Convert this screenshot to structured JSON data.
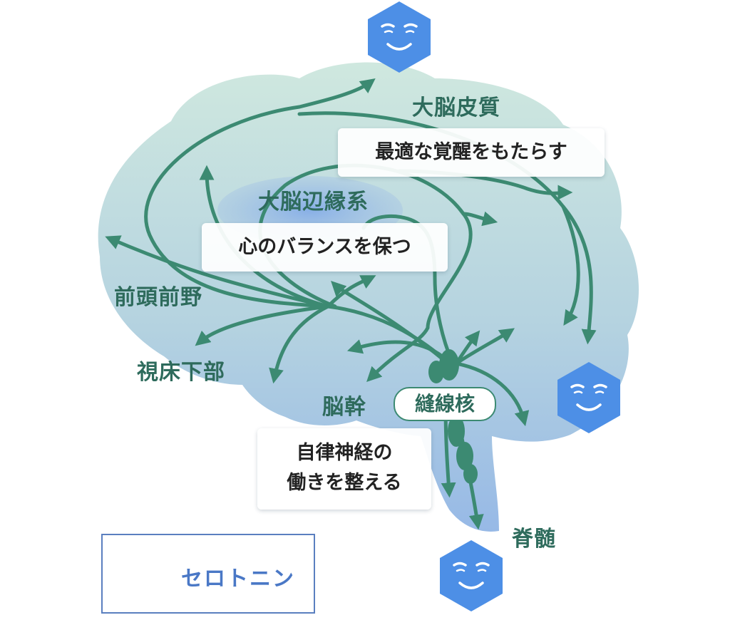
{
  "labels": {
    "cortex": "大脳皮質",
    "limbic": "大脳辺縁系",
    "prefrontal": "前頭前野",
    "hypothalamus": "視床下部",
    "brainstem": "脳幹",
    "raphe": "縫線核",
    "spinal_cord": "脊髄"
  },
  "boxes": {
    "cortex_effect": "最適な覚醒をもたらす",
    "limbic_effect": "心のバランスを保つ",
    "autonomic_effect_line1": "自律神経の",
    "autonomic_effect_line2": "働きを整える"
  },
  "legend": {
    "label": "セロトニン",
    "icon": "serotonin-hexagon-face-icon"
  },
  "colors": {
    "brain_fill_top": "#c9e5dc",
    "brain_fill_bottom": "#9ebfe4",
    "pathway": "#3c8a72",
    "hexagon": "#4d8fe6",
    "label_text": "#2e6b5c",
    "legend_text": "#4a78c6"
  }
}
